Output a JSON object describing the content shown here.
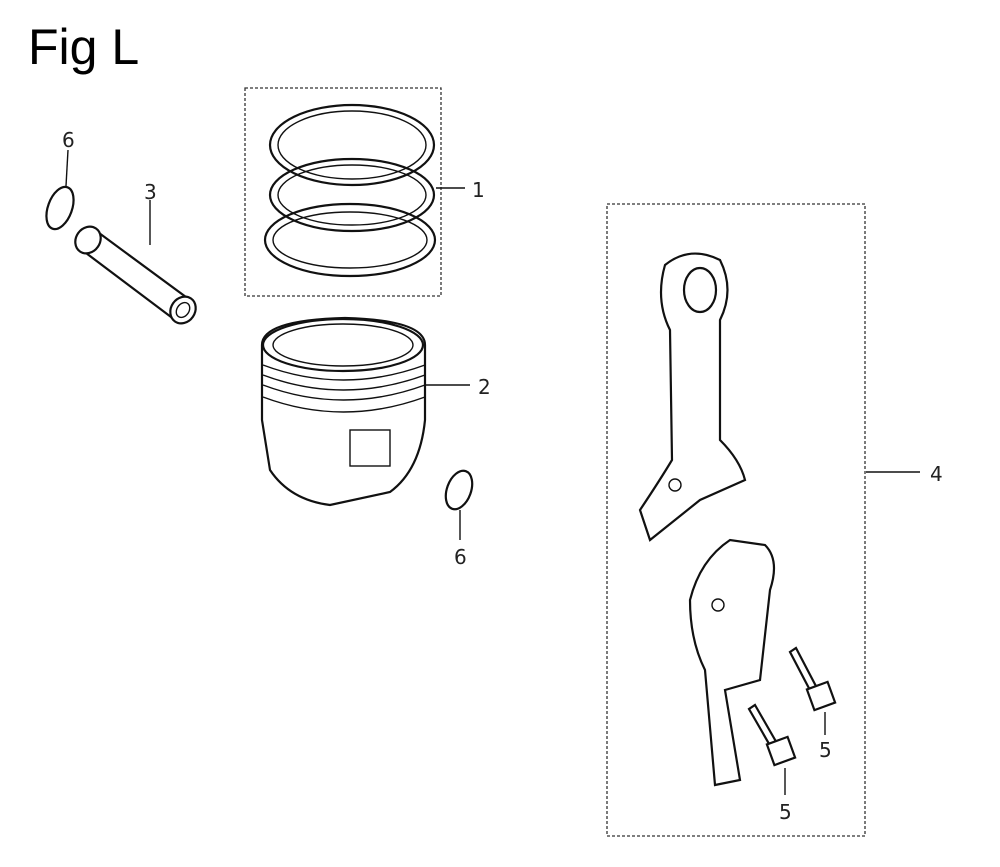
{
  "figure": {
    "title": "Fig L",
    "callouts": {
      "piston_rings": "1",
      "piston": "2",
      "piston_pin": "3",
      "connecting_rod": "4",
      "bolt_a": "5",
      "bolt_b": "5",
      "clip_left": "6",
      "clip_right": "6"
    }
  }
}
